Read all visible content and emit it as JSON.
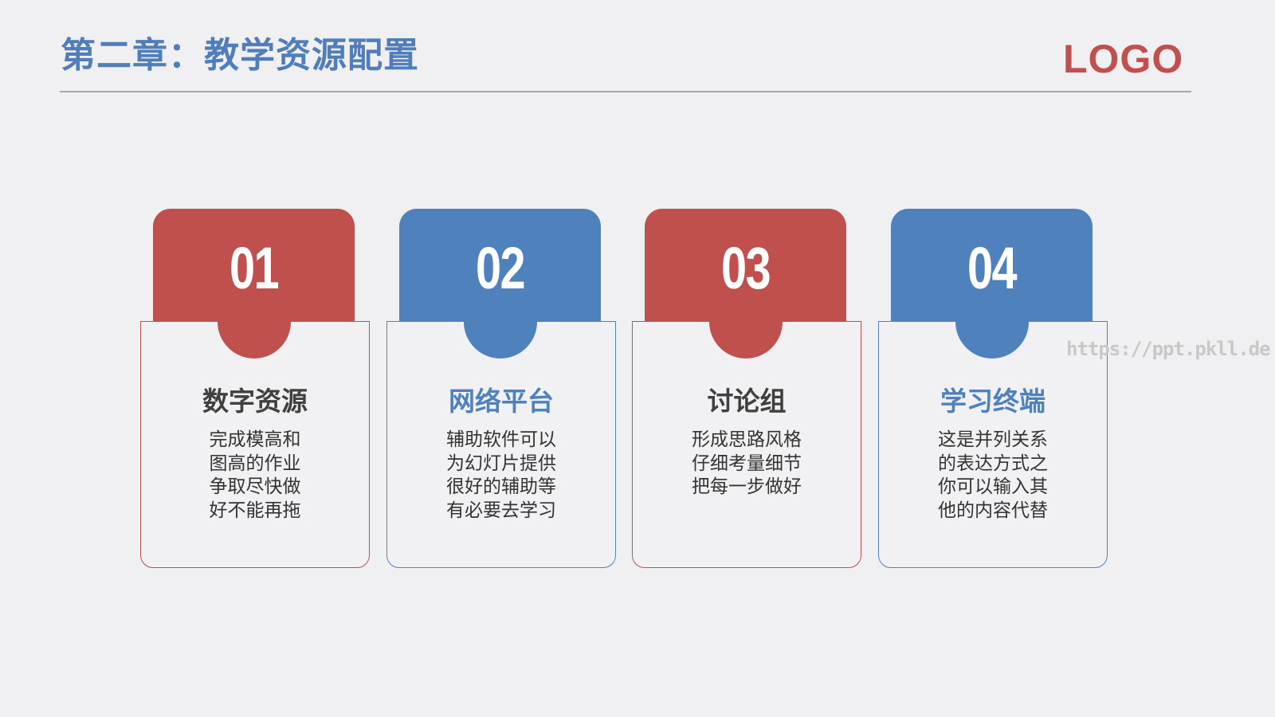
{
  "header": {
    "title": "第二章：教学资源配置",
    "logo": "LOGO"
  },
  "colors": {
    "title_blue": "#4F7EBB",
    "accent_red": "#C0504D",
    "accent_blue": "#4F81BD",
    "background": "#F0EFF1",
    "divider": "#A6A6A6"
  },
  "cards": [
    {
      "number": "01",
      "title": "数字资源",
      "color": "red",
      "lines": [
        "完成模高和",
        "图高的作业",
        "争取尽快做",
        "好不能再拖"
      ]
    },
    {
      "number": "02",
      "title": "网络平台",
      "color": "blue",
      "lines": [
        "辅助软件可以",
        "为幻灯片提供",
        "很好的辅助等",
        "有必要去学习"
      ]
    },
    {
      "number": "03",
      "title": "讨论组",
      "color": "red",
      "lines": [
        "形成思路风格",
        "仔细考量细节",
        "把每一步做好"
      ]
    },
    {
      "number": "04",
      "title": "学习终端",
      "color": "blue",
      "lines": [
        "这是并列关系",
        "的表达方式之",
        "你可以输入其",
        "他的内容代替"
      ]
    }
  ],
  "watermark": "https://ppt.pkll.de"
}
